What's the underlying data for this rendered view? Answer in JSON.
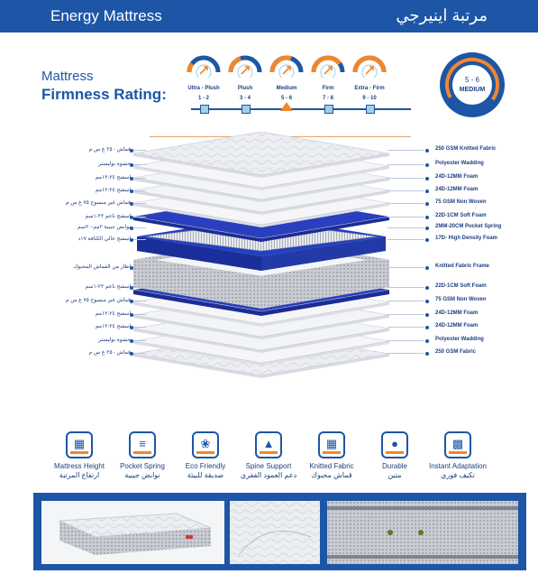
{
  "header": {
    "title_en": "Energy Mattress",
    "title_ar": "مرتبة اينيرجي",
    "bg": "#1d56a6"
  },
  "firmness": {
    "title_line1": "Mattress",
    "title_line2": "Firmness Rating:",
    "levels": [
      {
        "name": "Ultra - Plush",
        "range": "1 - 2"
      },
      {
        "name": "Plush",
        "range": "3 - 4"
      },
      {
        "name": "Medium",
        "range": "5 - 6"
      },
      {
        "name": "Firm",
        "range": "7 - 8"
      },
      {
        "name": "Extra - Firm",
        "range": "9 - 10"
      }
    ],
    "selected_index": 2,
    "badge_range": "5 - 6",
    "badge_label": "MEDIUM",
    "accent": "#f2862b"
  },
  "layers_top": [
    {
      "ar": "قماش ٢٥٠ غ س م",
      "en": "250 GSM Knitted Fabric"
    },
    {
      "ar": "حشوة بوليستر",
      "en": "Polyester Wadding"
    },
    {
      "ar": "اسفنج ٢٤-١٢مم",
      "en": "24D-12MM Foam"
    },
    {
      "ar": "اسفنج ٢٤-١٢مم",
      "en": "24D-12MM Foam"
    },
    {
      "ar": "قماش غير منسوج ٧٥ غ س م",
      "en": "75 GSM Non Woven"
    },
    {
      "ar": "اسفنج ناعم ٢٢-١سم",
      "en": "22D-1CM Soft Foam"
    },
    {
      "ar": "نوابض جيبية ٢مم-٢٠سم",
      "en": "2MM-20CM Pocket Spring"
    },
    {
      "ar": "اسفنج عالي الكثافة ١٧د",
      "en": "17D- High Density Foam"
    }
  ],
  "frame_layer": {
    "ar": "اطار من القماش المحبوك",
    "en": "Knitted Fabric Frame"
  },
  "layers_bottom": [
    {
      "ar": "اسفنج ناعم ٢٢-١سم",
      "en": "22D-1CM Soft Foam"
    },
    {
      "ar": "قماش غير منسوج ٧٥ غ س م",
      "en": "75 GSM Non Woven"
    },
    {
      "ar": "اسفنج ٢٤-١٢مم",
      "en": "24D-12MM Foam"
    },
    {
      "ar": "اسفنج ٢٤-١٢مم",
      "en": "24D-12MM Foam"
    },
    {
      "ar": "حشوة بوليستر",
      "en": "Polyester Wadding"
    },
    {
      "ar": "قماش ٢٥٠ غ س م",
      "en": "250 GSM Fabric"
    }
  ],
  "features": [
    {
      "en": "Mattress Height",
      "ar": "ارتفاع المرتبة",
      "icon": "mattress-height-icon"
    },
    {
      "en": "Pocket Spring",
      "ar": "نوابض جيبية",
      "icon": "pocket-spring-icon"
    },
    {
      "en": "Eco Friendly",
      "ar": "صديقة للبيئة",
      "icon": "eco-leaf-icon"
    },
    {
      "en": "Spine Support",
      "ar": "دعم العمود الفقري",
      "icon": "spine-support-icon"
    },
    {
      "en": "Knitted Fabric",
      "ar": "قماش محبوك",
      "icon": "knitted-fabric-icon"
    },
    {
      "en": "Durable",
      "ar": "متين",
      "icon": "durable-weight-icon"
    },
    {
      "en": "Instant Adaptation",
      "ar": "تكيف فوري",
      "icon": "instant-adaptation-icon"
    }
  ]
}
